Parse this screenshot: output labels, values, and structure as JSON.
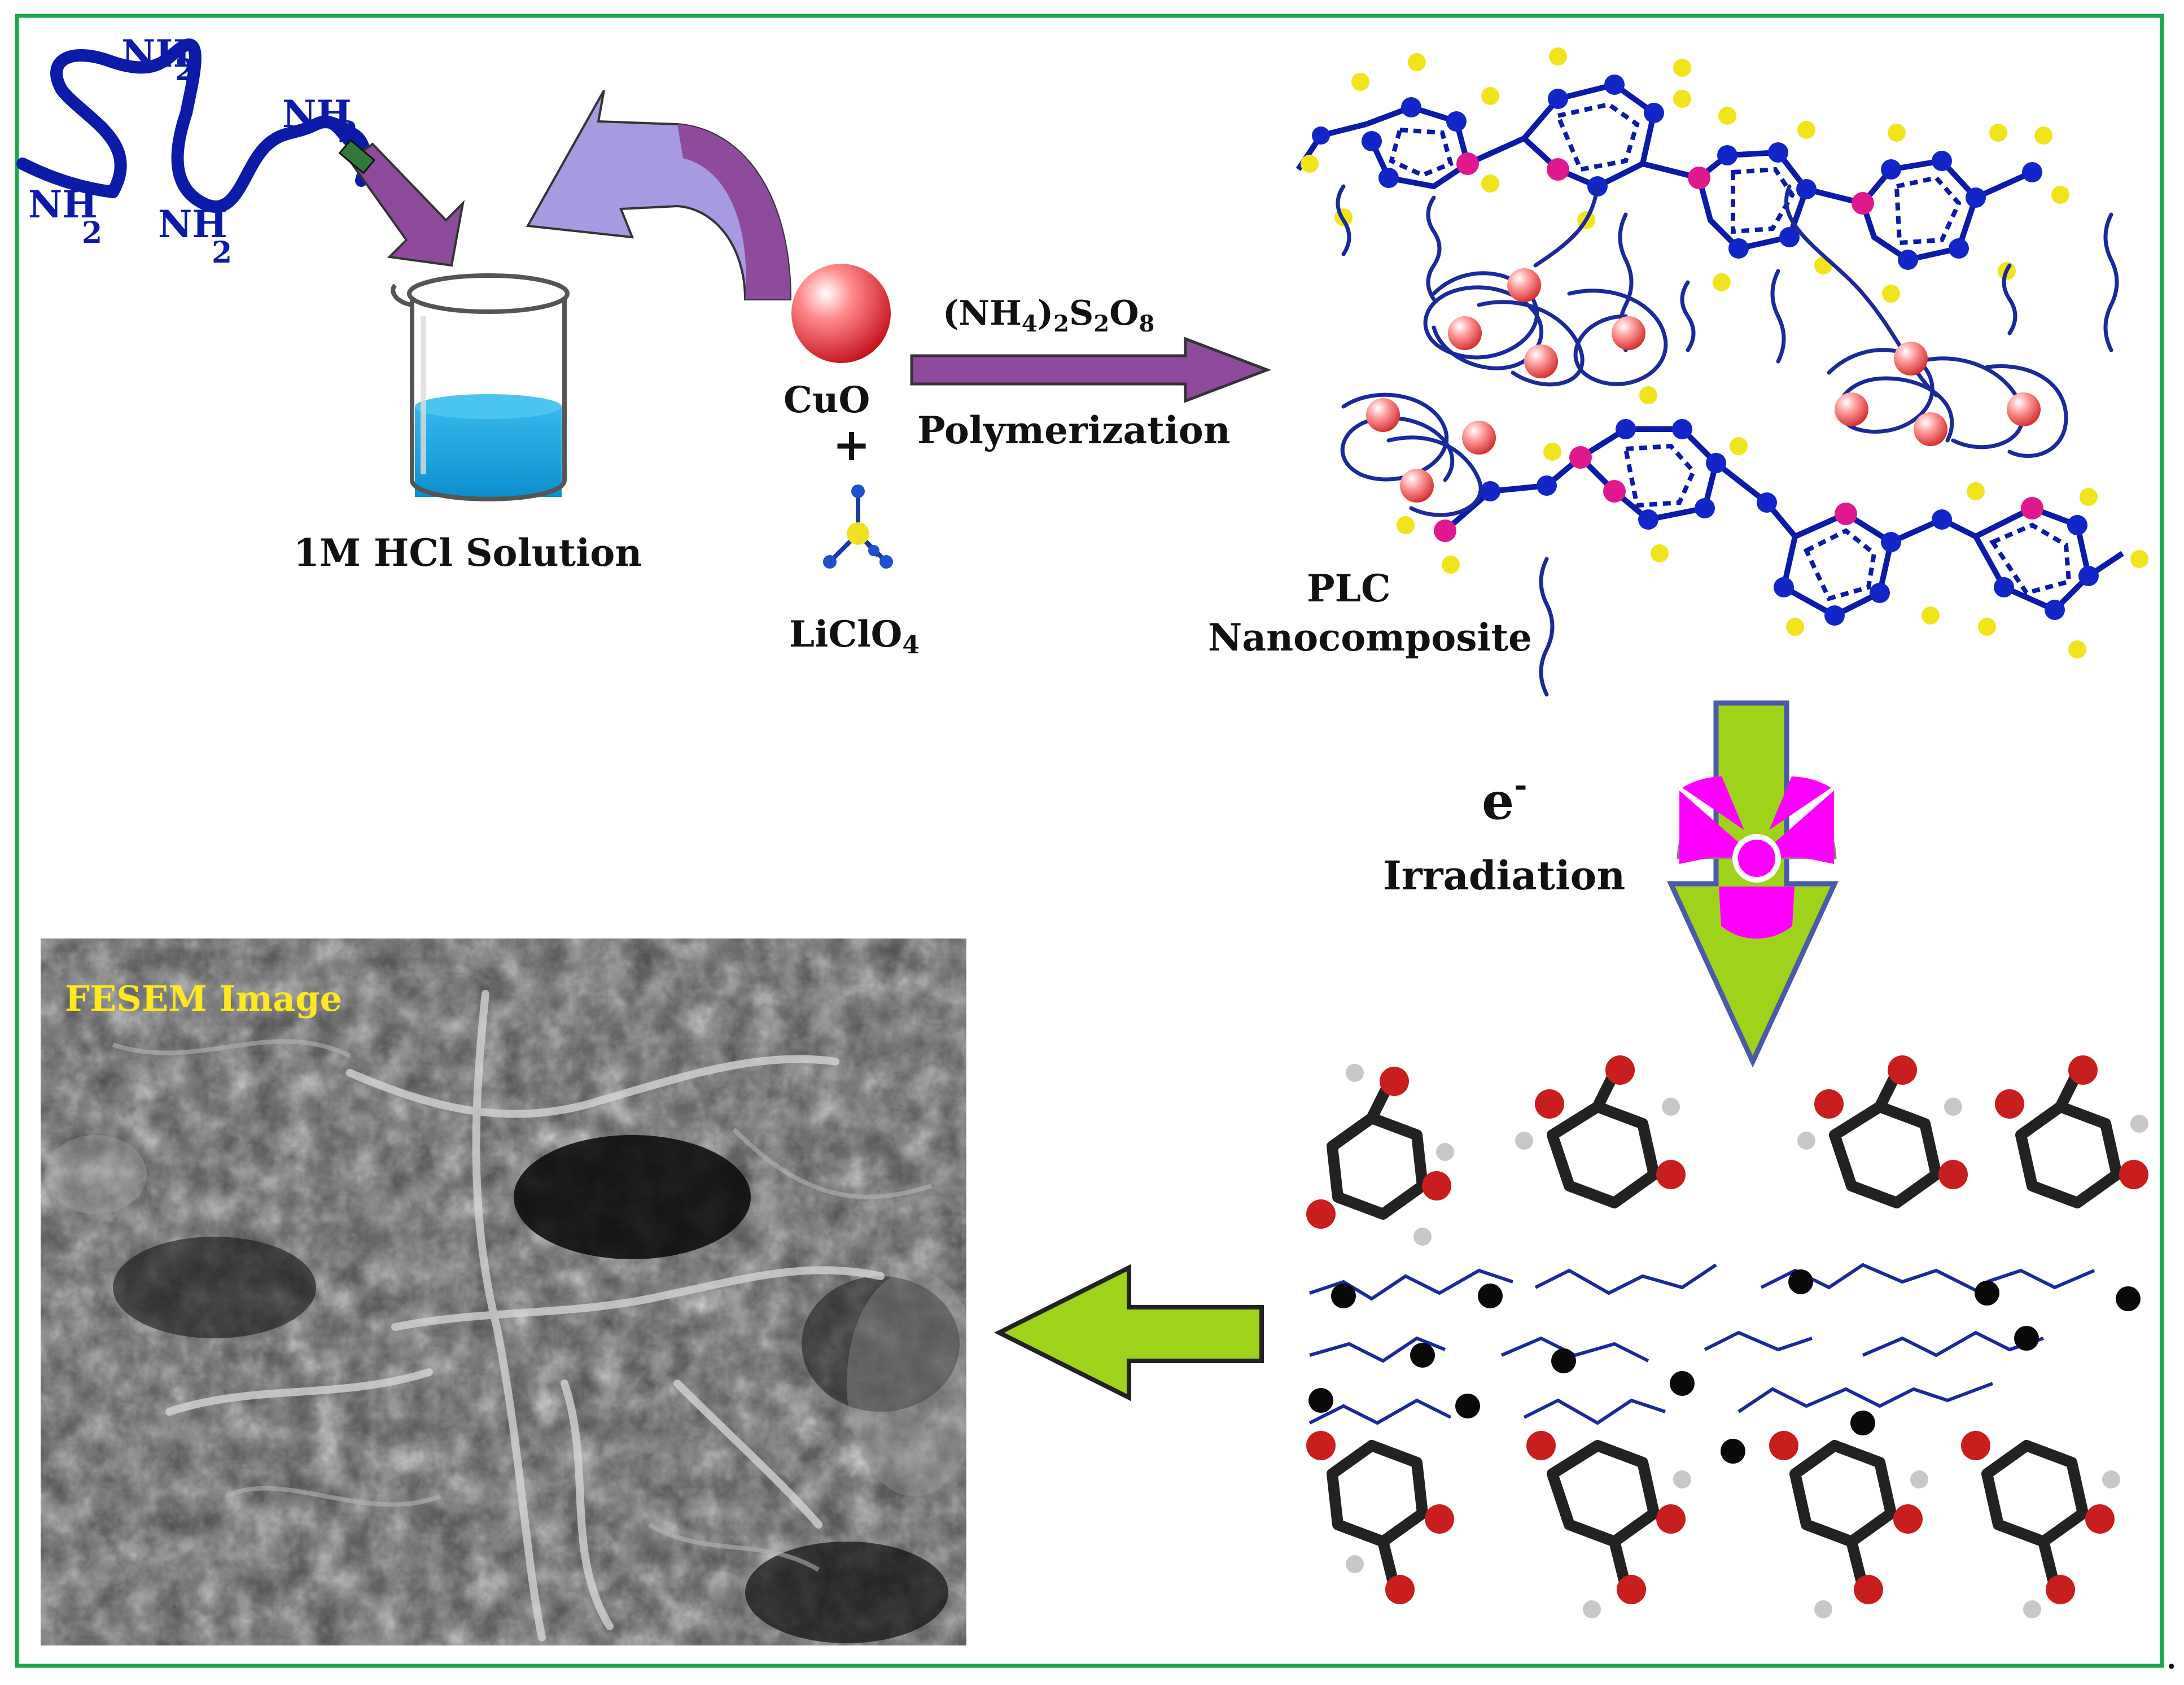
{
  "labels": {
    "amine_groups": [
      "NH",
      "NH",
      "NH",
      "NH"
    ],
    "amine_subscript": "2",
    "hcl_solution": "1M HCl Solution",
    "persulfate_parts": [
      "(NH",
      "4",
      ")",
      "2",
      "S",
      "2",
      "O",
      "8"
    ],
    "polymerization": "Polymerization",
    "cuo": "CuO",
    "plus": "+",
    "liclo4_parts": [
      "LiClO",
      "4"
    ],
    "plc_line1": "PLC",
    "plc_line2": "Nanocomposite",
    "electron": "e",
    "electron_superscript": "-",
    "irradiation": "Irradiation",
    "fesem": "FESEM Image",
    "period": "."
  },
  "colors": {
    "frame_border": "#1aa64a",
    "polymer_blue": "#0c1aa8",
    "arrow_purple": "#8e4b9c",
    "arrow_lavender": "#a79ae0",
    "beaker_liquid": "#1aa6e0",
    "cuo_sphere": "#e8202a",
    "irradiation_arrow": "#9fd21a",
    "radiation_symbol": "#ff00ff",
    "fesem_label": "#ffe820",
    "oxygen_red": "#c81e1e",
    "carbon_dark": "#2a2a2a"
  },
  "icons": {
    "beaker": "beaker-icon",
    "cuo": "sphere-icon",
    "liclo4": "tetrahedral-molecule-icon",
    "radiation": "radiation-trefoil-icon",
    "polymer_chain": "polymer-chain-icon"
  }
}
